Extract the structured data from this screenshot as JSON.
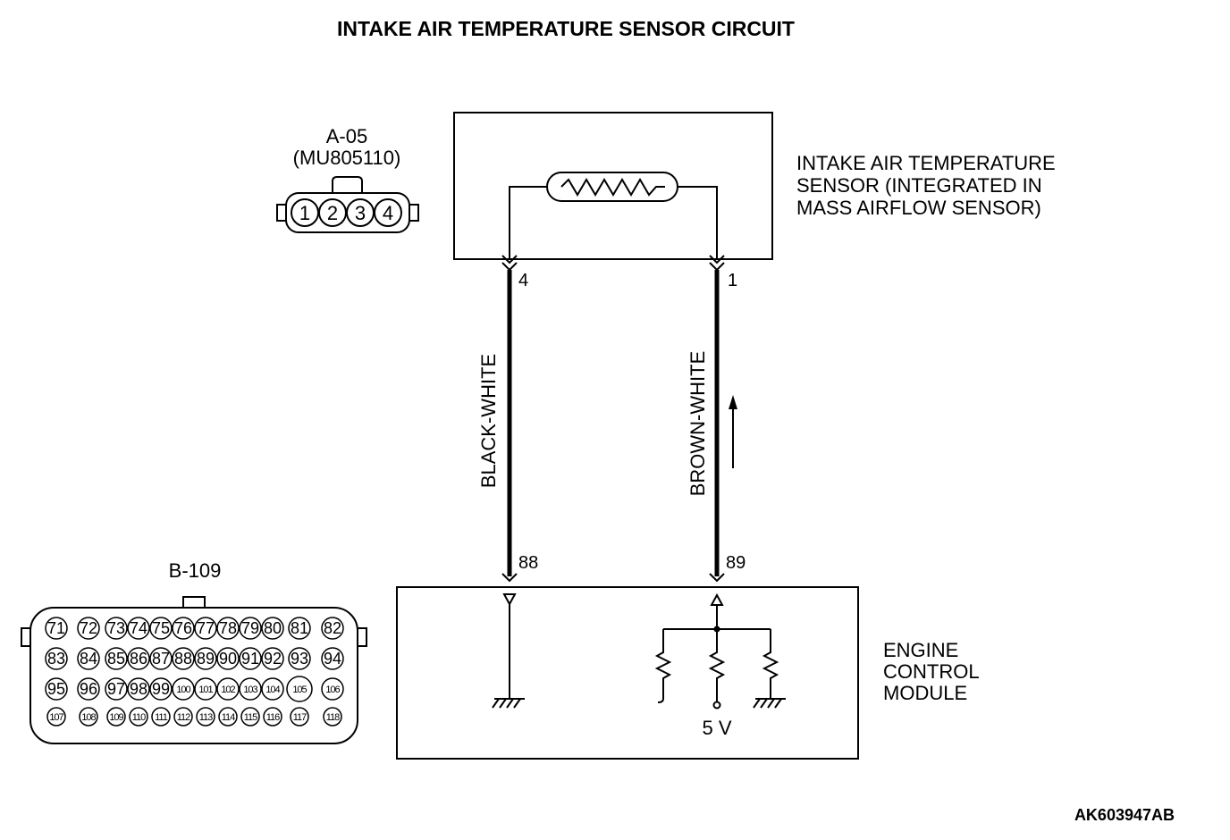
{
  "title": "INTAKE AIR TEMPERATURE SENSOR CIRCUIT",
  "connector_a": {
    "id": "A-05",
    "part": "(MU805110)",
    "pins": [
      "1",
      "2",
      "3",
      "4"
    ]
  },
  "sensor": {
    "name_lines": [
      "INTAKE AIR TEMPERATURE",
      "SENSOR (INTEGRATED IN",
      "MASS AIRFLOW SENSOR)"
    ],
    "pin_left": "4",
    "pin_right": "1"
  },
  "wires": {
    "left": "BLACK-WHITE",
    "right": "BROWN-WHITE"
  },
  "ecm": {
    "name_lines": [
      "ENGINE",
      "CONTROL",
      "MODULE"
    ],
    "pin_left": "88",
    "pin_right": "89",
    "voltage": "5 V"
  },
  "connector_b": {
    "id": "B-109",
    "rows": [
      [
        "71",
        "72",
        "73",
        "74",
        "75",
        "76",
        "77",
        "78",
        "79",
        "80",
        "81",
        "82"
      ],
      [
        "83",
        "84",
        "85",
        "86",
        "87",
        "88",
        "89",
        "90",
        "91",
        "92",
        "93",
        "94"
      ],
      [
        "95",
        "96",
        "97",
        "98",
        "99",
        "100",
        "101",
        "102",
        "103",
        "104",
        "105",
        "106"
      ],
      [
        "107",
        "108",
        "109",
        "110",
        "111",
        "112",
        "113",
        "114",
        "115",
        "116",
        "117",
        "118"
      ]
    ]
  },
  "figure_code": "AK603947AB"
}
